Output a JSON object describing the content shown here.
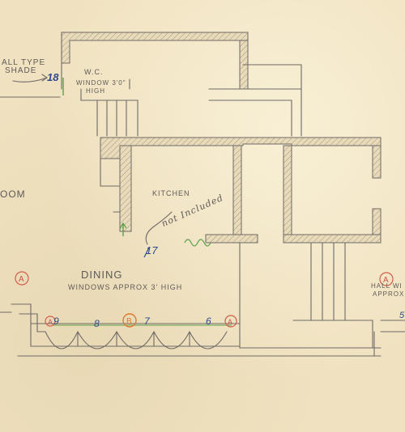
{
  "labels": {
    "wall_type_shade_1": "ALL TYPE",
    "wall_type_shade_2": "SHADE",
    "wc": "W.C.",
    "wc_window_1": "WINDOW 3'0\"",
    "wc_window_2": "HIGH",
    "room_fragment": "OOM",
    "kitchen": "KITCHEN",
    "not_included": "not Included",
    "dining": "DINING",
    "dining_windows": "WINDOWS APPROX 3' HIGH",
    "hall_window_1": "HALL WI",
    "hall_window_2": "APPROX"
  },
  "markers": {
    "m18": "18",
    "m17": "17",
    "m9": "9",
    "m8": "8",
    "m7": "7",
    "m6": "6",
    "m5": "5",
    "circle_a": "A",
    "circle_b": "B"
  },
  "colors": {
    "paper": "#f0e2c0",
    "pencil": "#6f6a66",
    "blue_ink": "#2d4a8c",
    "red_ink": "#d25c4c",
    "orange_ink": "#e07a2a",
    "green_ink": "#5aa04a"
  }
}
